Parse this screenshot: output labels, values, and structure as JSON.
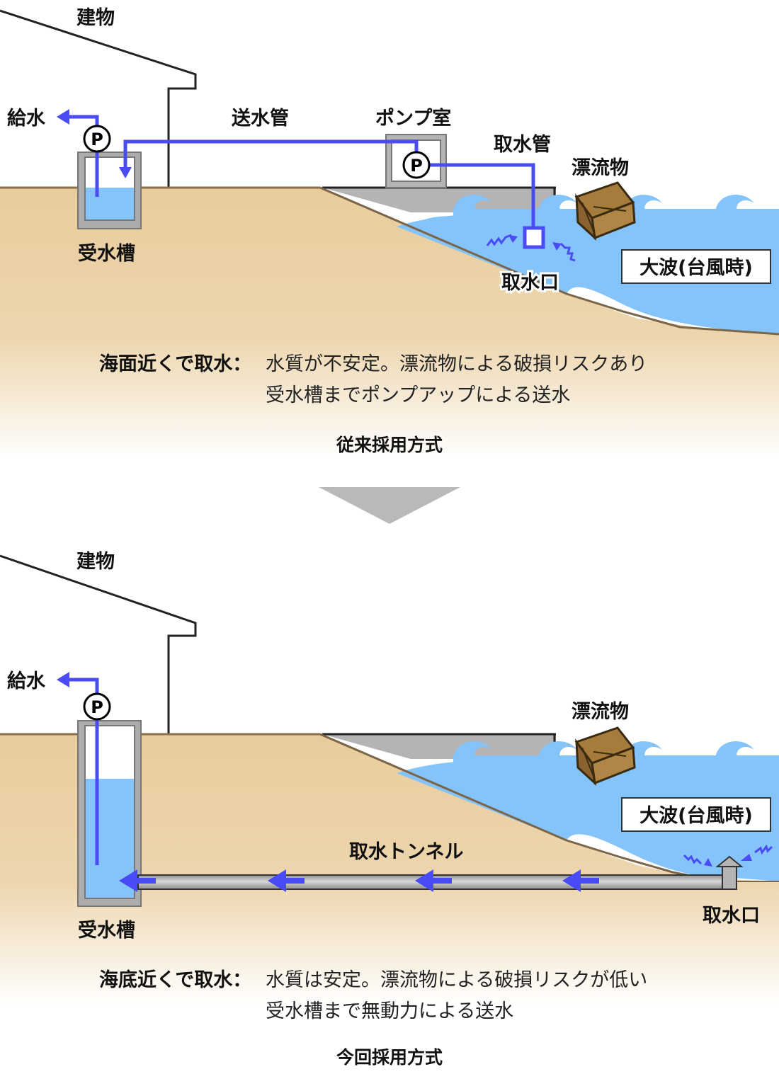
{
  "colors": {
    "pipe": "#4b4bf5",
    "water": "#84c4fb",
    "sand": "#e8cc9c",
    "concrete": "#b5b3b3",
    "arrow_divider": "#bab8b8"
  },
  "panel_before": {
    "building": "建物",
    "supply": "給水",
    "pump": "P",
    "delivery_pipe": "送水管",
    "pump_room": "ポンプ室",
    "intake_pipe": "取水管",
    "debris": "漂流物",
    "tank": "受水槽",
    "intake": "取水口",
    "big_waves": "大波(台風時)",
    "desc_head": "海面近くで取水：",
    "desc_line1": "水質が不安定。漂流物による破損リスクあり",
    "desc_line2": "受水槽までポンプアップによる送水",
    "caption": "従来採用方式"
  },
  "panel_after": {
    "building": "建物",
    "supply": "給水",
    "pump": "P",
    "debris": "漂流物",
    "big_waves": "大波(台風時)",
    "tunnel": "取水トンネル",
    "tank": "受水槽",
    "intake": "取水口",
    "desc_head": "海底近くで取水：",
    "desc_line1": "水質は安定。漂流物による破損リスクが低い",
    "desc_line2": "受水槽まで無動力による送水",
    "caption": "今回採用方式"
  }
}
